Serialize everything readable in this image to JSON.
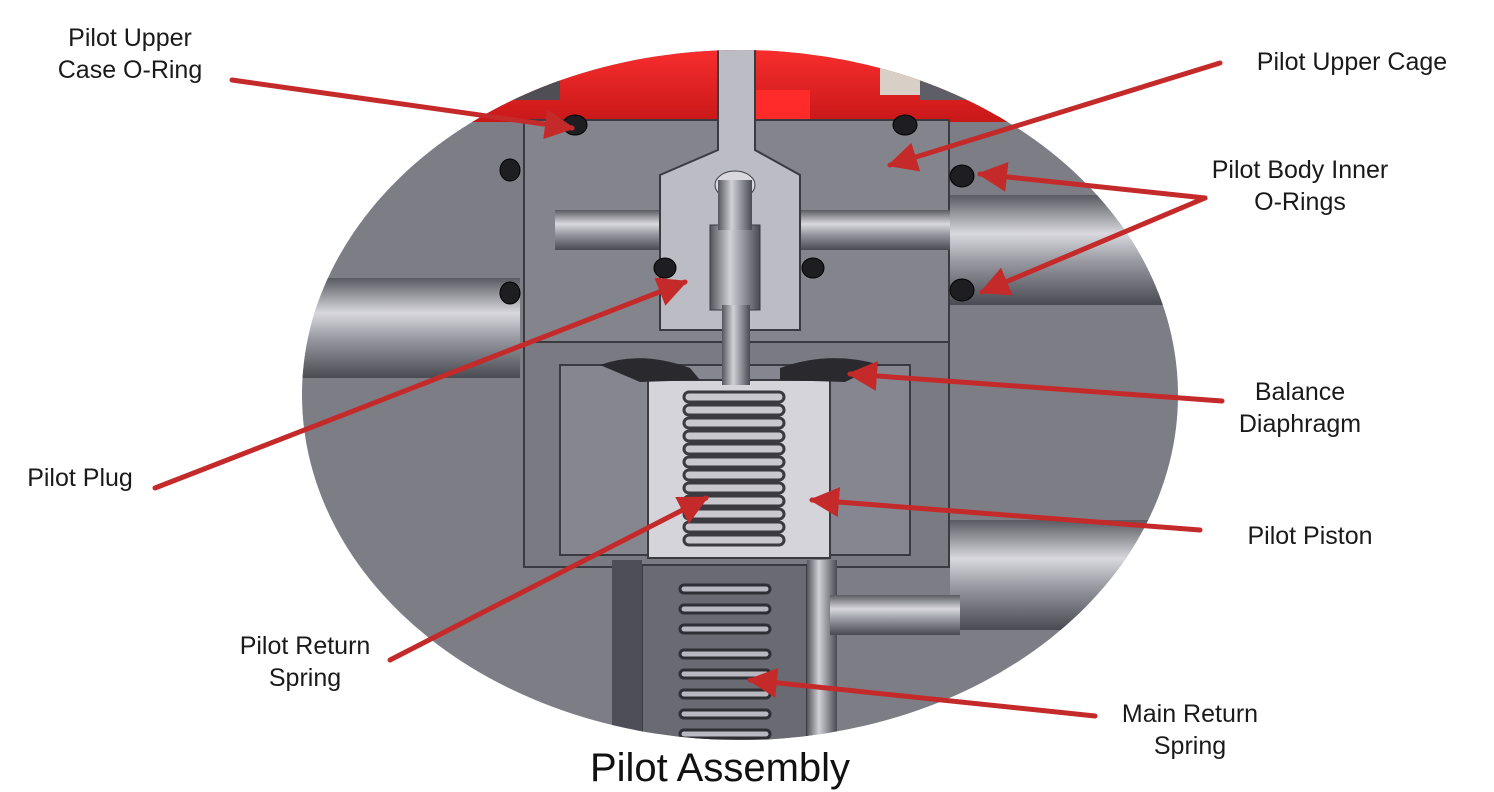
{
  "title": "Pilot Assembly",
  "labels": {
    "upper_case_oring": [
      "Pilot Upper",
      "Case O-Ring"
    ],
    "upper_cage": [
      "Pilot Upper Cage"
    ],
    "body_inner_orings": [
      "Pilot Body Inner",
      "O-Rings"
    ],
    "balance_diaphragm": [
      "Balance",
      "Diaphragm"
    ],
    "pilot_plug": [
      "Pilot Plug"
    ],
    "pilot_piston": [
      "Pilot Piston"
    ],
    "pilot_return_spring": [
      "Pilot Return",
      "Spring"
    ],
    "main_return_spring": [
      "Main Return",
      "Spring"
    ]
  },
  "colors": {
    "arrow": "#c42a2a",
    "body": "#808089",
    "body_dark": "#5c5c64",
    "red_cap": "#e02020"
  }
}
